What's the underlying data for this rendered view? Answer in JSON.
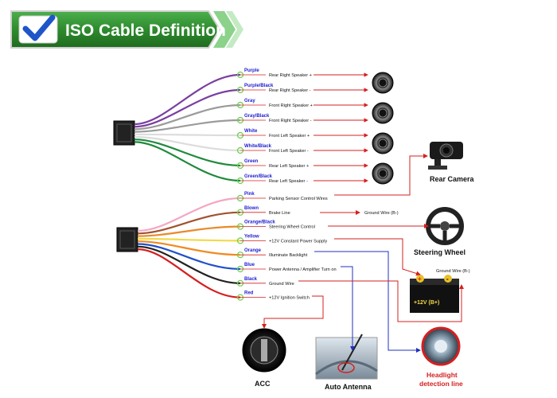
{
  "header": {
    "title": "ISO Cable Definition",
    "accent": "#2e7d2e",
    "check_color": "#1e56c8"
  },
  "speaker_wires": [
    {
      "color_name": "Purple",
      "label": "Rear Right Speaker +",
      "wire": "#7b3fa0",
      "label_color": "#1b1bd0"
    },
    {
      "color_name": "Purple/Black",
      "label": "Rear Right Speaker -",
      "wire": "#7b3fa0",
      "label_color": "#1b1bd0"
    },
    {
      "color_name": "Gray",
      "label": "Front Right Speaker +",
      "wire": "#9b9b9b",
      "label_color": "#1b1bd0"
    },
    {
      "color_name": "Gray/Black",
      "label": "Front Right Speaker -",
      "wire": "#9b9b9b",
      "label_color": "#1b1bd0"
    },
    {
      "color_name": "White",
      "label": "Front Left Speaker +",
      "wire": "#e8e8e8",
      "label_color": "#1b1bd0"
    },
    {
      "color_name": "White/Black",
      "label": "Front Left Speaker -",
      "wire": "#e8e8e8",
      "label_color": "#1b1bd0"
    },
    {
      "color_name": "Green",
      "label": "Rear Left Speaker +",
      "wire": "#1e8a3c",
      "label_color": "#1b1bd0"
    },
    {
      "color_name": "Green/Black",
      "label": "Rear Left Speaker -",
      "wire": "#1e8a3c",
      "label_color": "#1b1bd0"
    }
  ],
  "power_wires": [
    {
      "color_name": "Pink",
      "label": "Parking Sensor Control Wires",
      "wire": "#f4a6c4",
      "label_color": "#1b1bd0"
    },
    {
      "color_name": "Blown",
      "label": "Brake Line",
      "wire": "#a0522d",
      "label_color": "#1b1bd0"
    },
    {
      "color_name": "Orange/Black",
      "label": "Steering Wheel Control",
      "wire": "#e88a2a",
      "label_color": "#1b1bd0"
    },
    {
      "color_name": "Yellow",
      "label": "+12V Constant Power Supply",
      "wire": "#f2d94a",
      "label_color": "#1b1bd0"
    },
    {
      "color_name": "Orange",
      "label": "Illuminate Backlight",
      "wire": "#f08a20",
      "label_color": "#1b1bd0"
    },
    {
      "color_name": "Blue",
      "label": "Power Antenna / Amplifier Turn on",
      "wire": "#2050c8",
      "label_color": "#1b1bd0"
    },
    {
      "color_name": "Black",
      "label": "Ground Wire",
      "wire": "#222222",
      "label_color": "#1b1bd0"
    },
    {
      "color_name": "Red",
      "label": "+12V  Ignition Switch",
      "wire": "#d42020",
      "label_color": "#1b1bd0"
    }
  ],
  "devices": {
    "rear_camera": "Rear Camera",
    "steering_wheel": "Steering Wheel",
    "acc": "ACC",
    "auto_antenna": "Auto Antenna",
    "headlight_line1": "Headlight",
    "headlight_line2": "detection line",
    "brake_ground": "Ground Wire (B-)",
    "battery_ground": "Ground Wire (B-)",
    "battery_plus": "+12V  (B+)"
  },
  "colors": {
    "arrow": "#d42020",
    "blue_line": "#2030c0",
    "green_ring": "#6ad04a"
  }
}
